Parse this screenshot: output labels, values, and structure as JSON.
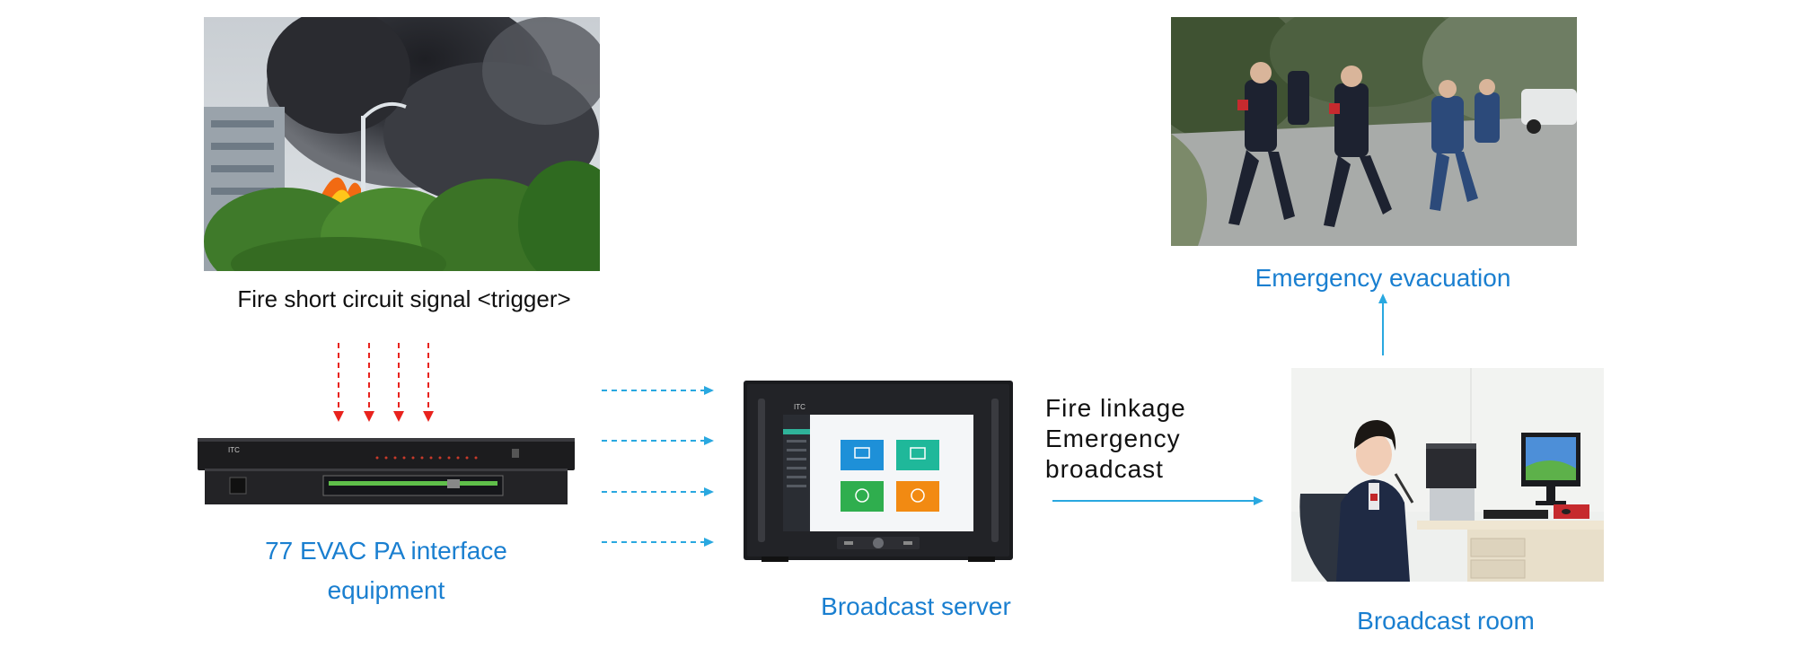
{
  "labels": {
    "fire_signal": "Fire short circuit signal <trigger>",
    "emergency_evacuation": "Emergency evacuation",
    "interface_line1": "77 EVAC PA interface",
    "interface_line2": "equipment",
    "broadcast_server": "Broadcast server",
    "broadcast_room": "Broadcast room",
    "linkage_line1": "Fire linkage",
    "linkage_line2": "Emergency",
    "linkage_line3": "broadcast"
  },
  "colors": {
    "trigger_arrows": "#e8231e",
    "signal_arrows": "#29a8e0",
    "label_blue": "#1a7fd0",
    "server_tile_blue": "#1e90d8",
    "server_tile_teal": "#1fb89a",
    "server_tile_green": "#2fae4e",
    "server_tile_orange": "#f28a12"
  },
  "icons": {
    "fire_photo": "fire-smoke-photo",
    "evacuation_photo": "people-running-photo",
    "interface_device": "rack-interface-device",
    "server_device": "rack-touchscreen-server",
    "room_photo": "operator-at-desk-photo"
  }
}
